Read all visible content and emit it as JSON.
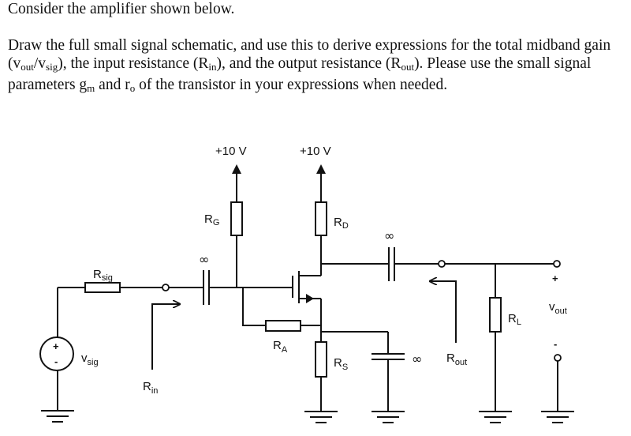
{
  "question": {
    "line1": "Consider the amplifier shown below.",
    "p2_part1": "Draw the full small signal schematic, and use this to derive expressions for the total midband gain (v",
    "p2_vout_sub": "out",
    "p2_slash": "/v",
    "p2_vsig_sub": "sig",
    "p2_part2": "), the input resistance (R",
    "p2_rin_sub": "in",
    "p2_part3": "), and the output resistance (R",
    "p2_rout_sub": "out",
    "p2_part4": "). Please use the small signal parameters g",
    "p2_gm_sub": "m",
    "p2_part5": " and r",
    "p2_ro_sub": "o",
    "p2_part6": " of the transistor in your expressions when needed."
  },
  "schematic": {
    "supply_gate": "+10 V",
    "supply_drain": "+10 V",
    "infinity_symbol": "∞",
    "components": {
      "rsig": {
        "main": "R",
        "sub": "sig"
      },
      "vsig": {
        "main": "v",
        "sub": "sig",
        "plus": "+",
        "minus": "-"
      },
      "rg": {
        "main": "R",
        "sub": "G"
      },
      "rd": {
        "main": "R",
        "sub": "D"
      },
      "ra": {
        "main": "R",
        "sub": "A"
      },
      "rs": {
        "main": "R",
        "sub": "S"
      },
      "rl": {
        "main": "R",
        "sub": "L"
      },
      "rin": {
        "main": "R",
        "sub": "in"
      },
      "rout": {
        "main": "R",
        "sub": "out"
      },
      "vout": {
        "main": "v",
        "sub": "out",
        "plus": "+",
        "minus": "-"
      }
    }
  }
}
